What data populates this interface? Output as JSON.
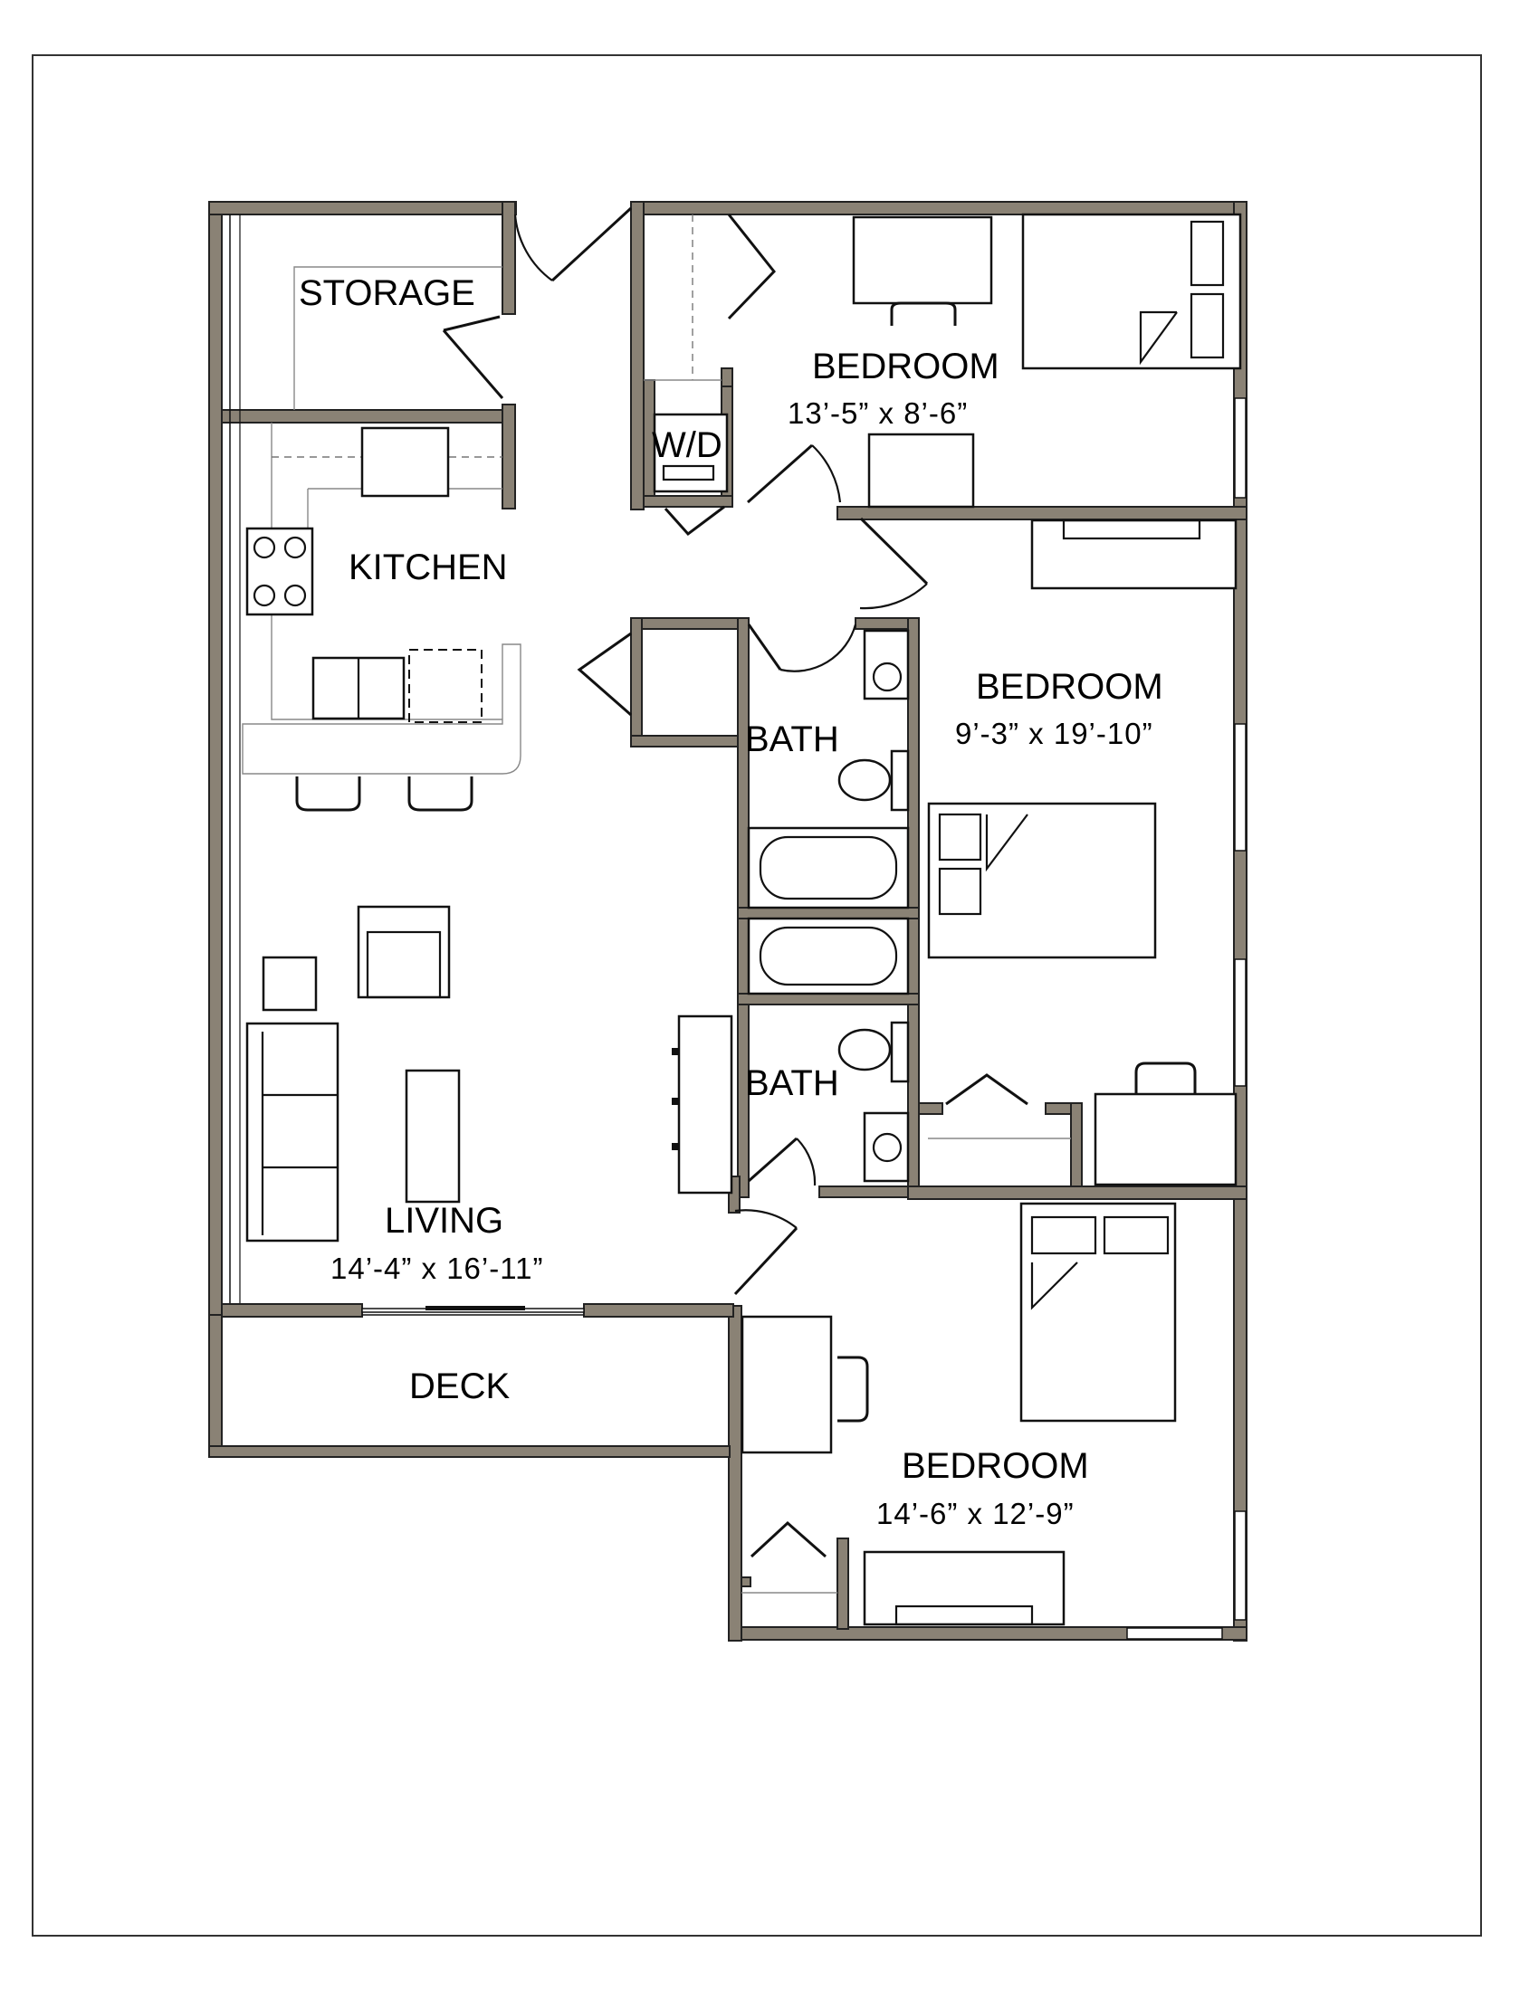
{
  "rooms": {
    "storage": {
      "label": "STORAGE"
    },
    "kitchen": {
      "label": "KITCHEN"
    },
    "wd": {
      "label": "W/D"
    },
    "bedroom1": {
      "label": "BEDROOM",
      "dims": "13’-5” x 8’-6”"
    },
    "bedroom2": {
      "label": "BEDROOM",
      "dims": "9’-3” x 19’-10”"
    },
    "bath1": {
      "label": "BATH"
    },
    "bath2": {
      "label": "BATH"
    },
    "living": {
      "label": "LIVING",
      "dims": "14’-4” x 16’-11”"
    },
    "deck": {
      "label": "DECK"
    },
    "bedroom3": {
      "label": "BEDROOM",
      "dims": "14’-6” x 12’-9”"
    }
  },
  "colors": {
    "wall": "#8a8275",
    "line": "#111111",
    "background": "#ffffff"
  }
}
